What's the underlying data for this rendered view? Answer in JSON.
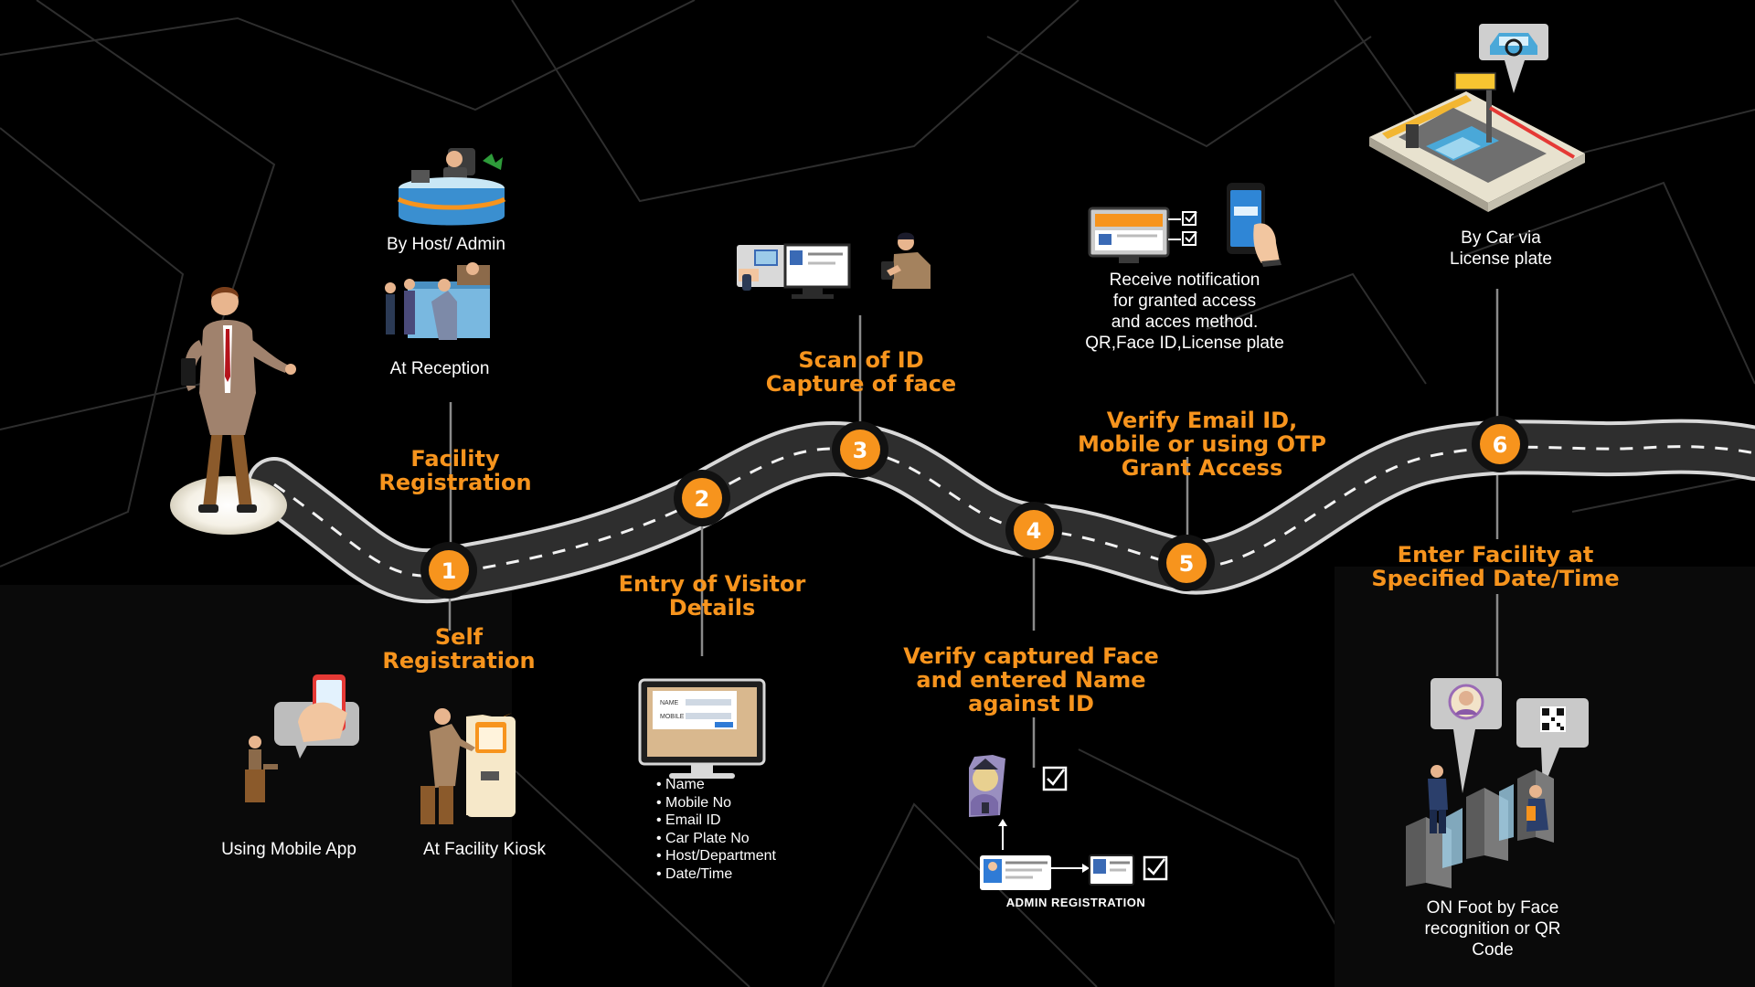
{
  "colors": {
    "accent": "#f7941d",
    "road": "#2e2e2e",
    "background": "#000000",
    "text": "#ffffff"
  },
  "steps": [
    {
      "number": "1",
      "title": "Facility\nRegistration",
      "subtitle": "Self\nRegistration"
    },
    {
      "number": "2",
      "title": "Entry of Visitor\nDetails"
    },
    {
      "number": "3",
      "title": "Scan of ID\nCapture of face"
    },
    {
      "number": "4",
      "title": "Verify captured Face\nand entered Name\nagainst ID"
    },
    {
      "number": "5",
      "title": "Verify Email ID,\nMobile or using OTP\nGrant Access"
    },
    {
      "number": "6",
      "title": "Enter Facility at\nSpecified Date/Time"
    }
  ],
  "captions": {
    "by_host_admin": "By Host/ Admin",
    "at_reception": "At Reception",
    "using_mobile_app": "Using Mobile App",
    "at_facility_kiosk": "At Facility Kiosk",
    "notification": "Receive notification\nfor granted access\nand acces method.\nQR,Face ID,License plate",
    "by_car": "By Car via\nLicense plate",
    "on_foot": "ON Foot by Face\nrecognition or QR\nCode",
    "admin_registration": "ADMIN REGISTRATION"
  },
  "visitor_fields": [
    "Name",
    "Mobile No",
    "Email ID",
    "Car Plate No",
    "Host/Department",
    "Date/Time"
  ],
  "form_screen": {
    "name_label": "NAME",
    "mobile_label": "MOBILE"
  },
  "icons": [
    "visitor-icon",
    "reception-desk-icon",
    "reception-counter-icon",
    "mobile-app-icon",
    "kiosk-icon",
    "computer-form-icon",
    "id-scan-icon",
    "face-capture-icon",
    "notification-screen-icon",
    "smartphone-icon",
    "parking-gate-icon",
    "car-pin-icon",
    "face-pin-icon",
    "qr-pin-icon",
    "turnstile-icon",
    "admin-face-icon",
    "id-card-icon",
    "checkbox-icon"
  ]
}
